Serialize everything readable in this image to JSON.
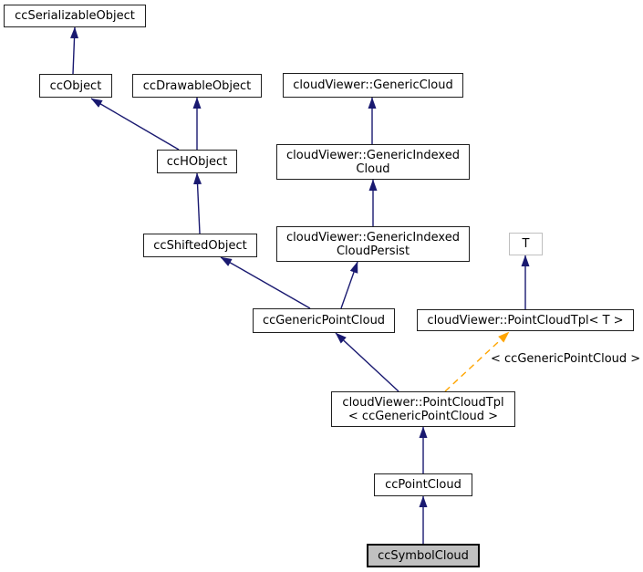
{
  "diagram": {
    "type": "class-inheritance-graph",
    "nodes": {
      "ccSerializableObject": {
        "label": "ccSerializableObject"
      },
      "ccObject": {
        "label": "ccObject"
      },
      "ccDrawableObject": {
        "label": "ccDrawableObject"
      },
      "genericCloud": {
        "label": "cloudViewer::GenericCloud"
      },
      "ccHObject": {
        "label": "ccHObject"
      },
      "genericIndexedCloud": {
        "line1": "cloudViewer::GenericIndexed",
        "line2": "Cloud"
      },
      "ccShiftedObject": {
        "label": "ccShiftedObject"
      },
      "genericIndexedCloudPersist": {
        "line1": "cloudViewer::GenericIndexed",
        "line2": "CloudPersist"
      },
      "templateParam": {
        "label": "T"
      },
      "ccGenericPointCloud": {
        "label": "ccGenericPointCloud"
      },
      "pointCloudTplT": {
        "label": "cloudViewer::PointCloudTpl< T >"
      },
      "pointCloudTplGenericPointCloud": {
        "line1": "cloudViewer::PointCloudTpl",
        "line2": "< ccGenericPointCloud >"
      },
      "ccPointCloud": {
        "label": "ccPointCloud"
      },
      "ccSymbolCloud": {
        "label": "ccSymbolCloud"
      }
    },
    "edge_label": "< ccGenericPointCloud >",
    "colors": {
      "inheritance_edge": "#191970",
      "template_instantiation_edge": "#ffa500",
      "node_border": "#1f1f1f",
      "node_fill": "#ffffff",
      "current_node_fill": "#c0c0c0",
      "current_node_border": "#000000",
      "template_param_border": "#bfbfbf",
      "background": "#ffffff",
      "text": "#000000"
    }
  }
}
